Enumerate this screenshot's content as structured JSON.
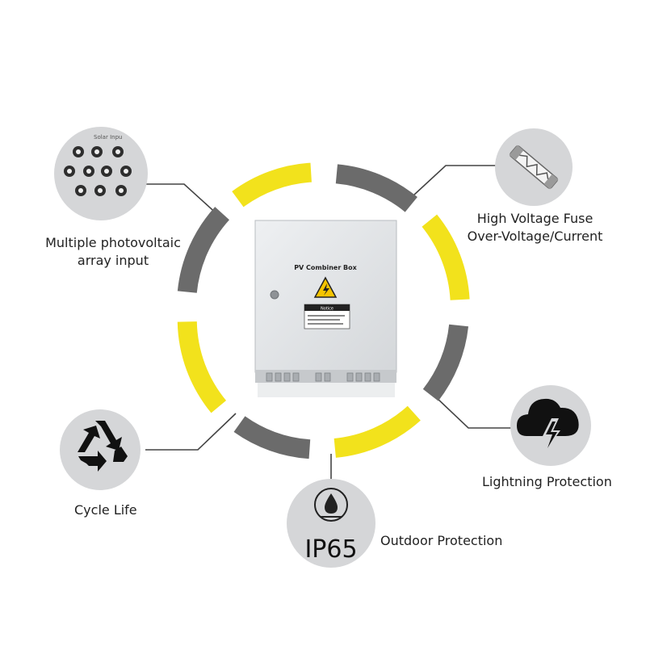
{
  "colors": {
    "accent_yellow": "#f2e21c",
    "ring_gray": "#6b6b6b",
    "circle_bg": "#d8d8d8",
    "line": "#444444"
  },
  "features": {
    "pv_input": {
      "line1": "Multiple photovoltaic",
      "line2": "array input",
      "image_text": "Solar Inpu",
      "icon": "cable-gland-array-icon"
    },
    "fuse": {
      "line1": "High Voltage Fuse",
      "line2": "Over-Voltage/Current",
      "icon": "fuse-icon"
    },
    "lightning": {
      "label": "Lightning Protection",
      "icon": "lightning-cloud-icon"
    },
    "cycle": {
      "label": "Cycle Life",
      "icon": "recycle-icon"
    },
    "outdoor": {
      "label": "Outdoor Protection",
      "badge": "IP65",
      "icon": "water-drop-icon"
    }
  },
  "product": {
    "title": "PV Combiner Box",
    "notice_title": "Notice",
    "icon": "high-voltage-warning-icon"
  }
}
